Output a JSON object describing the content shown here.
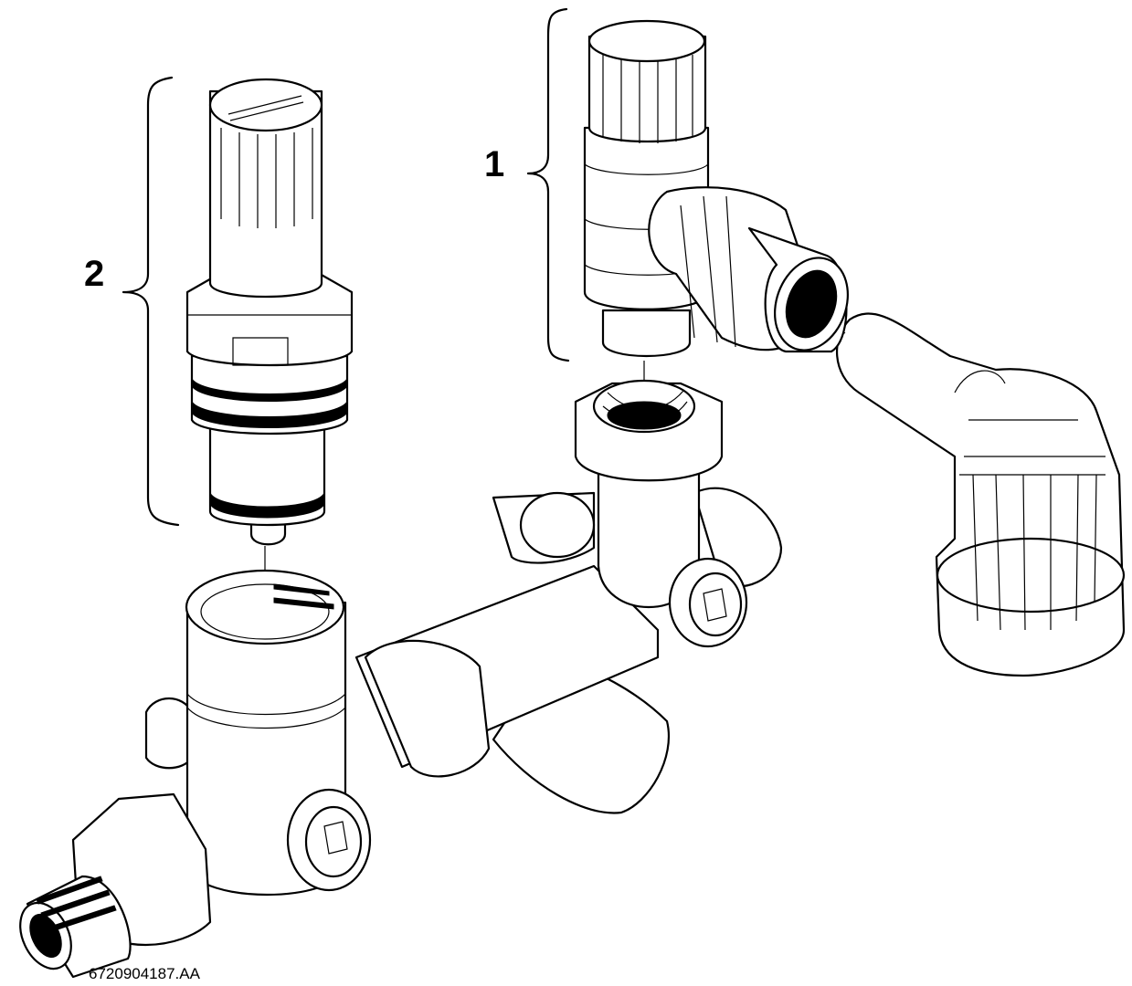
{
  "callouts": {
    "part1": "1",
    "part2": "2"
  },
  "figure_code": "6720904187.AA"
}
